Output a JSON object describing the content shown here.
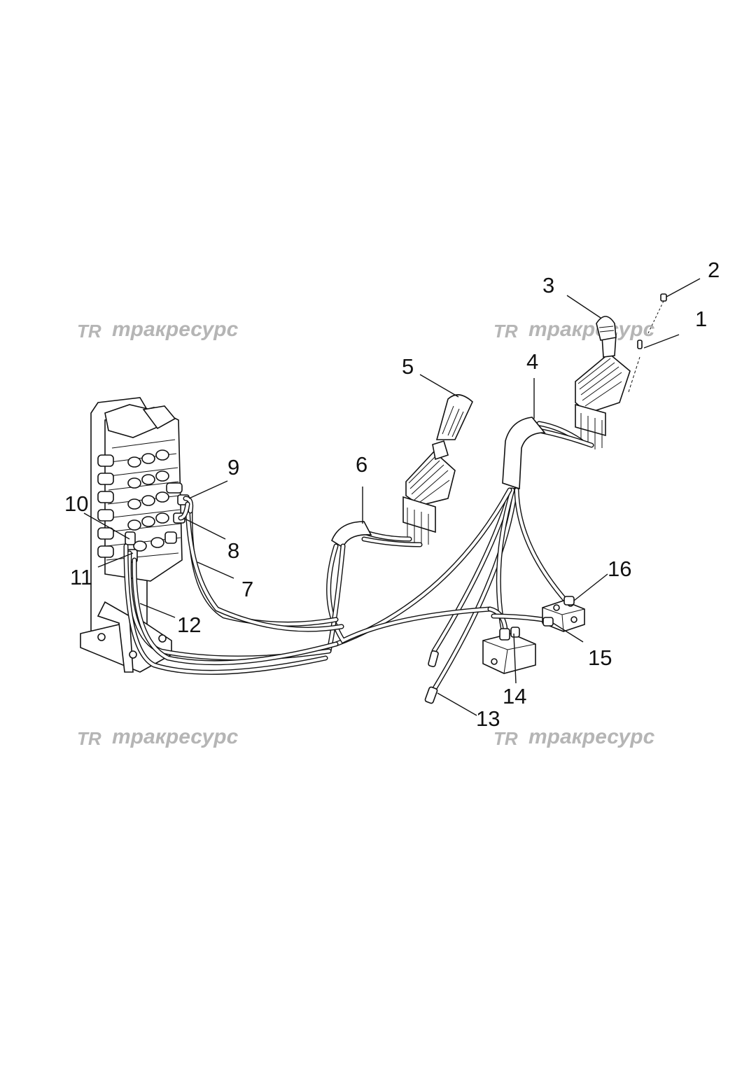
{
  "watermark": {
    "logo": "TR",
    "text": "тракресурс"
  },
  "callouts": [
    {
      "id": "1",
      "label": "1"
    },
    {
      "id": "2",
      "label": "2"
    },
    {
      "id": "3",
      "label": "3"
    },
    {
      "id": "4",
      "label": "4"
    },
    {
      "id": "5",
      "label": "5"
    },
    {
      "id": "6",
      "label": "6"
    },
    {
      "id": "7",
      "label": "7"
    },
    {
      "id": "8",
      "label": "8"
    },
    {
      "id": "9",
      "label": "9"
    },
    {
      "id": "10",
      "label": "10"
    },
    {
      "id": "11",
      "label": "11"
    },
    {
      "id": "12",
      "label": "12"
    },
    {
      "id": "13",
      "label": "13"
    },
    {
      "id": "14",
      "label": "14"
    },
    {
      "id": "15",
      "label": "15"
    },
    {
      "id": "16",
      "label": "16"
    }
  ]
}
